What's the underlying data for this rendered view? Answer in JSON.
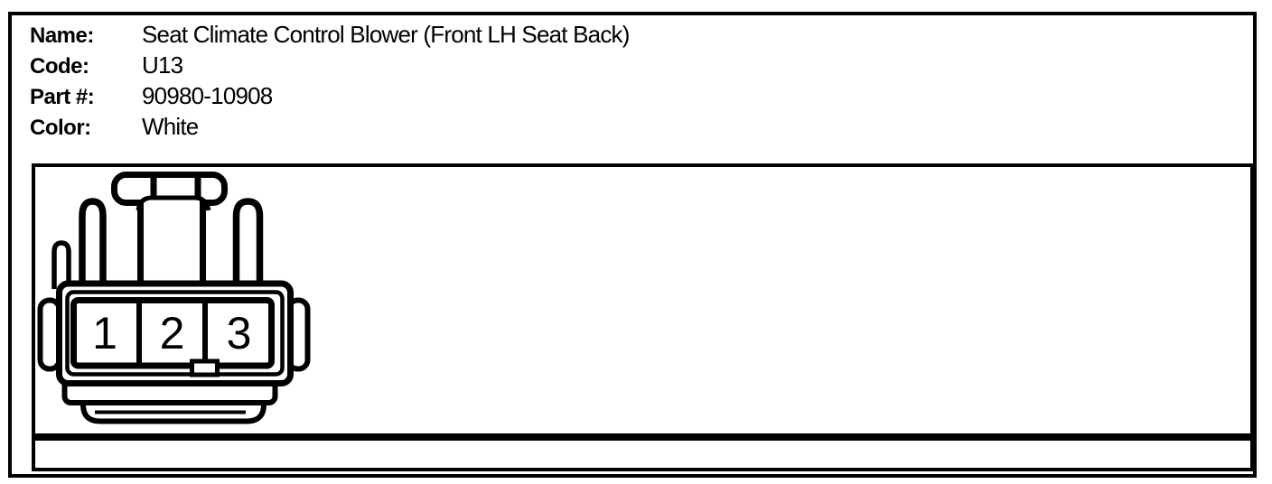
{
  "page": {
    "background_color": "#ffffff",
    "line_color": "#000000"
  },
  "header": {
    "fields": [
      {
        "label": "Name:",
        "value": "Seat Climate Control Blower (Front LH Seat Back)"
      },
      {
        "label": "Code:",
        "value": "U13"
      },
      {
        "label": "Part #:",
        "value": "90980-10908"
      },
      {
        "label": "Color:",
        "value": "White"
      }
    ]
  },
  "connector": {
    "pins": [
      "1",
      "2",
      "3"
    ]
  },
  "notes_strip": {
    "text": ""
  }
}
